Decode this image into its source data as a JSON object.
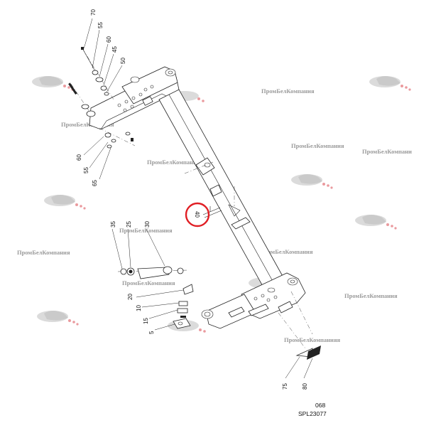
{
  "callouts": {
    "c70": "70",
    "c55a": "55",
    "c60a": "60",
    "c45": "45",
    "c50": "50",
    "c60b": "60",
    "c55b": "55",
    "c65": "65",
    "c40": "40",
    "c35": "35",
    "c25": "25",
    "c30": "30",
    "c20": "20",
    "c10": "10",
    "c15": "15",
    "c5": "5",
    "c75": "75",
    "c80": "80"
  },
  "watermark": {
    "text": "ПромБелКомпания",
    "text_short": "ПромБелКомпани",
    "text_mid": "ПромБелКомпанияя"
  },
  "footer": {
    "page": "068",
    "code": "SPL23077"
  },
  "colors": {
    "highlight": "#e01e24",
    "logo": "#d9474f"
  }
}
